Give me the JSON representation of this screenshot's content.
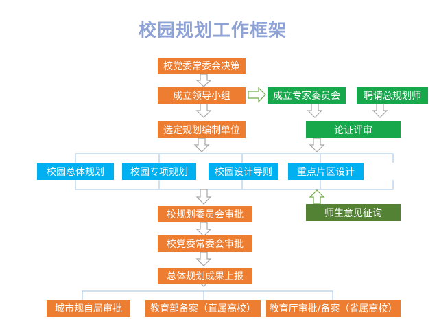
{
  "title": "校园规划工作框架",
  "nodes": {
    "party_decision": "校党委常委会决策",
    "leader_group": "成立领导小组",
    "expert_committee": "成立专家委员会",
    "hire_planner": "聘请总规划师",
    "select_unit": "选定规划编制单位",
    "argument_review": "论证评审",
    "master_plan": "校园总体规划",
    "special_plan": "校园专项规划",
    "design_guide": "校园设计导则",
    "key_area": "重点片区设计",
    "faculty_opinion": "师生意见征询",
    "committee_approval": "校规划委员会审批",
    "party_approval": "校党委常委会审批",
    "submit_results": "总体规划成果上报",
    "city_approval": "城市规自局审批",
    "ministry_record": "教育部备案（直属高校）",
    "dept_record": "教育厅审批/备案（省属高校）"
  },
  "colors": {
    "title": "#8EA2D6",
    "orange": "#ED7D31",
    "green": "#17A84B",
    "dark_green": "#548235",
    "blue": "#00B0F0",
    "connector": "#9DC3E6"
  }
}
